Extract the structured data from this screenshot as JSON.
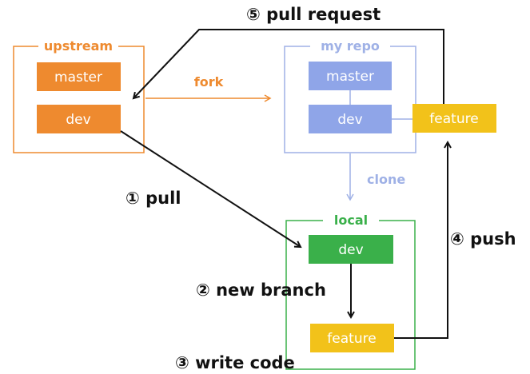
{
  "colors": {
    "upstream": "#ee8a2f",
    "my_repo": "#9fb1e6",
    "my_repo_fill": "#8fa5e8",
    "local": "#3ab04a",
    "feature": "#f2c21a",
    "arrow": "#111111"
  },
  "groups": {
    "upstream": "upstream",
    "my_repo": "my repo",
    "local": "local"
  },
  "nodes": {
    "upstream_master": "master",
    "upstream_dev": "dev",
    "repo_master": "master",
    "repo_dev": "dev",
    "repo_feature": "feature",
    "local_dev": "dev",
    "local_feature": "feature"
  },
  "edges": {
    "fork": "fork",
    "clone": "clone"
  },
  "steps": {
    "pull": "① pull",
    "new_branch": "② new branch",
    "write_code": "③ write code",
    "push": "④ push",
    "pull_request": "⑤ pull request"
  }
}
